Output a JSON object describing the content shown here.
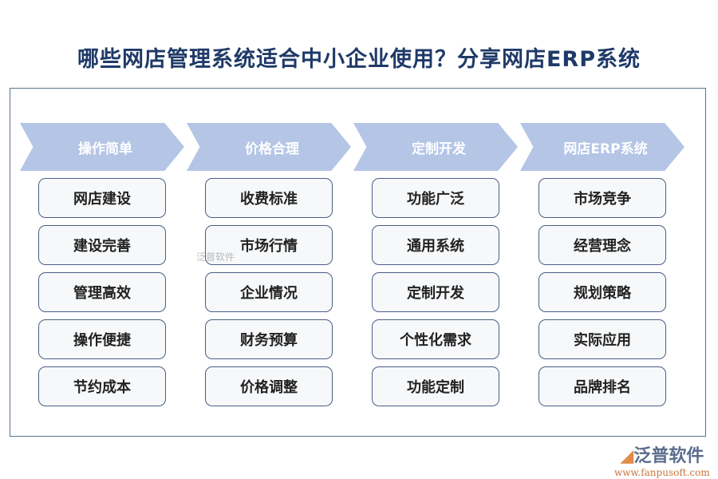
{
  "title": "哪些网店管理系统适合中小企业使用？分享网店ERP系统",
  "columns": [
    {
      "header": "操作简单",
      "items": [
        "网店建设",
        "建设完善",
        "管理高效",
        "操作便捷",
        "节约成本"
      ]
    },
    {
      "header": "价格合理",
      "items": [
        "收费标准",
        "市场行情",
        "企业情况",
        "财务预算",
        "价格调整"
      ]
    },
    {
      "header": "定制开发",
      "items": [
        "功能广泛",
        "通用系统",
        "定制开发",
        "个性化需求",
        "功能定制"
      ]
    },
    {
      "header": "网店ERP系统",
      "items": [
        "市场竞争",
        "经营理念",
        "规划策略",
        "实际应用",
        "品牌排名"
      ]
    }
  ],
  "watermark": "泛普软件",
  "logo": {
    "name": "泛普软件",
    "url": "www.fanpusoft.com"
  },
  "colors": {
    "chevron": "#b4c5e6",
    "title": "#1f3a68",
    "border": "#4a5f85"
  }
}
